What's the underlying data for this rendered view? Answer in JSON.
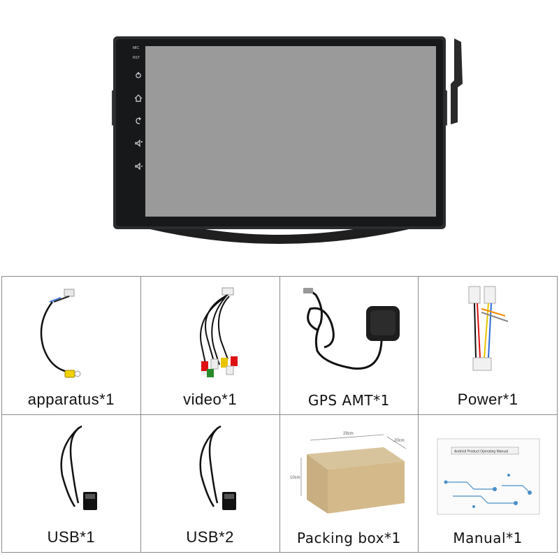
{
  "head_unit": {
    "side_labels": [
      "MIC",
      "RST"
    ],
    "button_icons": [
      "power-icon",
      "home-icon",
      "back-icon",
      "volume-up-icon",
      "volume-down-icon"
    ]
  },
  "items": [
    {
      "label": "apparatus*1",
      "image": "camera-cable"
    },
    {
      "label": "video*1",
      "image": "rca-video-cable"
    },
    {
      "label": "GPS AMT*1",
      "image": "gps-antenna"
    },
    {
      "label": "Power*1",
      "image": "power-harness"
    },
    {
      "label": "USB*1",
      "image": "usb-cable"
    },
    {
      "label": "USB*2",
      "image": "usb-cable"
    },
    {
      "label": "Packing box*1",
      "image": "packing-box"
    },
    {
      "label": "Manual*1",
      "image": "manual-booklet"
    }
  ],
  "box_dimensions": [
    "29cm",
    "20cm",
    "10cm"
  ],
  "manual_title": "Android Product Operating Manual"
}
